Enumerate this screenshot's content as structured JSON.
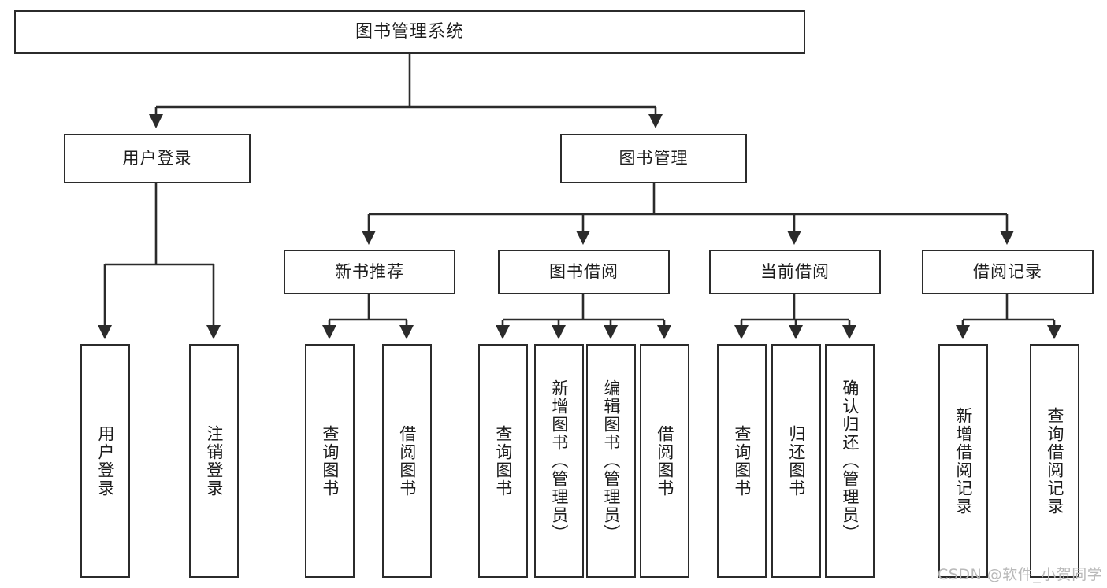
{
  "diagram": {
    "title": "图书管理系统",
    "type": "tree",
    "background": "#ffffff",
    "line_color": "#2b2b2b",
    "text_color": "#1c1c1c"
  },
  "nodes": {
    "root": {
      "label": "图书管理系统"
    },
    "level2": [
      {
        "id": "user-login",
        "label": "用户登录"
      },
      {
        "id": "book-manage",
        "label": "图书管理"
      }
    ],
    "level3": [
      {
        "id": "new-book-recommend",
        "label": "新书推荐"
      },
      {
        "id": "book-borrow",
        "label": "图书借阅"
      },
      {
        "id": "current-borrow",
        "label": "当前借阅"
      },
      {
        "id": "borrow-record",
        "label": "借阅记录"
      }
    ],
    "leaves": {
      "user-login": [
        {
          "id": "leaf-user-login",
          "label": "用户登录"
        },
        {
          "id": "leaf-logout",
          "label": "注销登录"
        }
      ],
      "new-book-recommend": [
        {
          "id": "leaf-query-book-1",
          "label": "查询图书"
        },
        {
          "id": "leaf-borrow-book-1",
          "label": "借阅图书"
        }
      ],
      "book-borrow": [
        {
          "id": "leaf-query-book-2",
          "label": "查询图书"
        },
        {
          "id": "leaf-add-book",
          "label": "新增图书（管理员）"
        },
        {
          "id": "leaf-edit-book",
          "label": "编辑图书（管理员）"
        },
        {
          "id": "leaf-borrow-book-2",
          "label": "借阅图书"
        }
      ],
      "current-borrow": [
        {
          "id": "leaf-query-book-3",
          "label": "查询图书"
        },
        {
          "id": "leaf-return-book",
          "label": "归还图书"
        },
        {
          "id": "leaf-confirm-return",
          "label": "确认归还（管理员）"
        }
      ],
      "borrow-record": [
        {
          "id": "leaf-add-record",
          "label": "新增借阅记录"
        },
        {
          "id": "leaf-query-record",
          "label": "查询借阅记录"
        }
      ]
    }
  },
  "watermark": {
    "text": "CSDN @软件_小贺同学",
    "color": "#b9b9b9"
  }
}
